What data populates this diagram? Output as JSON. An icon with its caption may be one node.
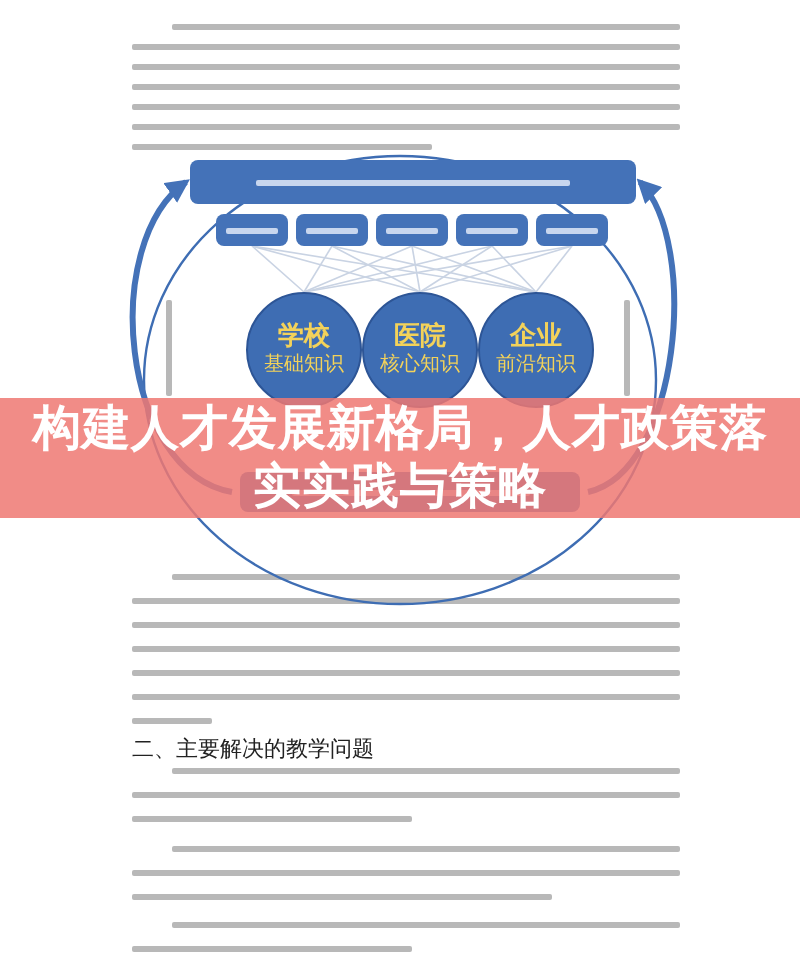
{
  "diagram": {
    "title": "构建人才发展新格局，人才政策落实实践与策略",
    "nodes": [
      {
        "text": [],
        "shape": "box"
      },
      {
        "text": [],
        "shape": "box"
      },
      {
        "text": [],
        "shape": "box"
      },
      {
        "text": [],
        "shape": "box"
      },
      {
        "text": [],
        "shape": "box"
      },
      {
        "text": [],
        "shape": "box"
      },
      {
        "text": [
          "学校",
          "基础知识"
        ]
      },
      {
        "text": [
          "医院",
          "核心知识"
        ]
      },
      {
        "text": [
          "企业",
          "前沿知识"
        ]
      },
      {
        "text": [],
        "shape": "box"
      }
    ],
    "edges": [
      {
        "from": 9,
        "to": 0,
        "arrow": "to",
        "style": "thick",
        "color": "#4472b8"
      },
      {
        "from": 9,
        "to": 0,
        "arrow": "to",
        "style": "thick",
        "color": "#4472b8"
      },
      {
        "from": 1,
        "to": 6,
        "arrow": "none",
        "color": "#c9d3e3"
      },
      {
        "from": 1,
        "to": 7,
        "arrow": "none",
        "color": "#c9d3e3"
      },
      {
        "from": 1,
        "to": 8,
        "arrow": "none",
        "color": "#c9d3e3"
      },
      {
        "from": 2,
        "to": 6,
        "arrow": "none",
        "color": "#c9d3e3"
      },
      {
        "from": 2,
        "to": 7,
        "arrow": "none",
        "color": "#c9d3e3"
      },
      {
        "from": 2,
        "to": 8,
        "arrow": "none",
        "color": "#c9d3e3"
      },
      {
        "from": 3,
        "to": 6,
        "arrow": "none",
        "color": "#c9d3e3"
      },
      {
        "from": 3,
        "to": 7,
        "arrow": "none",
        "color": "#c9d3e3"
      },
      {
        "from": 3,
        "to": 8,
        "arrow": "none",
        "color": "#c9d3e3"
      },
      {
        "from": 4,
        "to": 6,
        "arrow": "none",
        "color": "#c9d3e3"
      },
      {
        "from": 4,
        "to": 7,
        "arrow": "none",
        "color": "#c9d3e3"
      },
      {
        "from": 4,
        "to": 8,
        "arrow": "none",
        "color": "#c9d3e3"
      },
      {
        "from": 5,
        "to": 6,
        "arrow": "none",
        "color": "#c9d3e3"
      },
      {
        "from": 5,
        "to": 7,
        "arrow": "none",
        "color": "#c9d3e3"
      },
      {
        "from": 5,
        "to": 8,
        "arrow": "none",
        "color": "#c9d3e3"
      }
    ],
    "labels": [
      "二、主要解决的教学问题"
    ]
  }
}
